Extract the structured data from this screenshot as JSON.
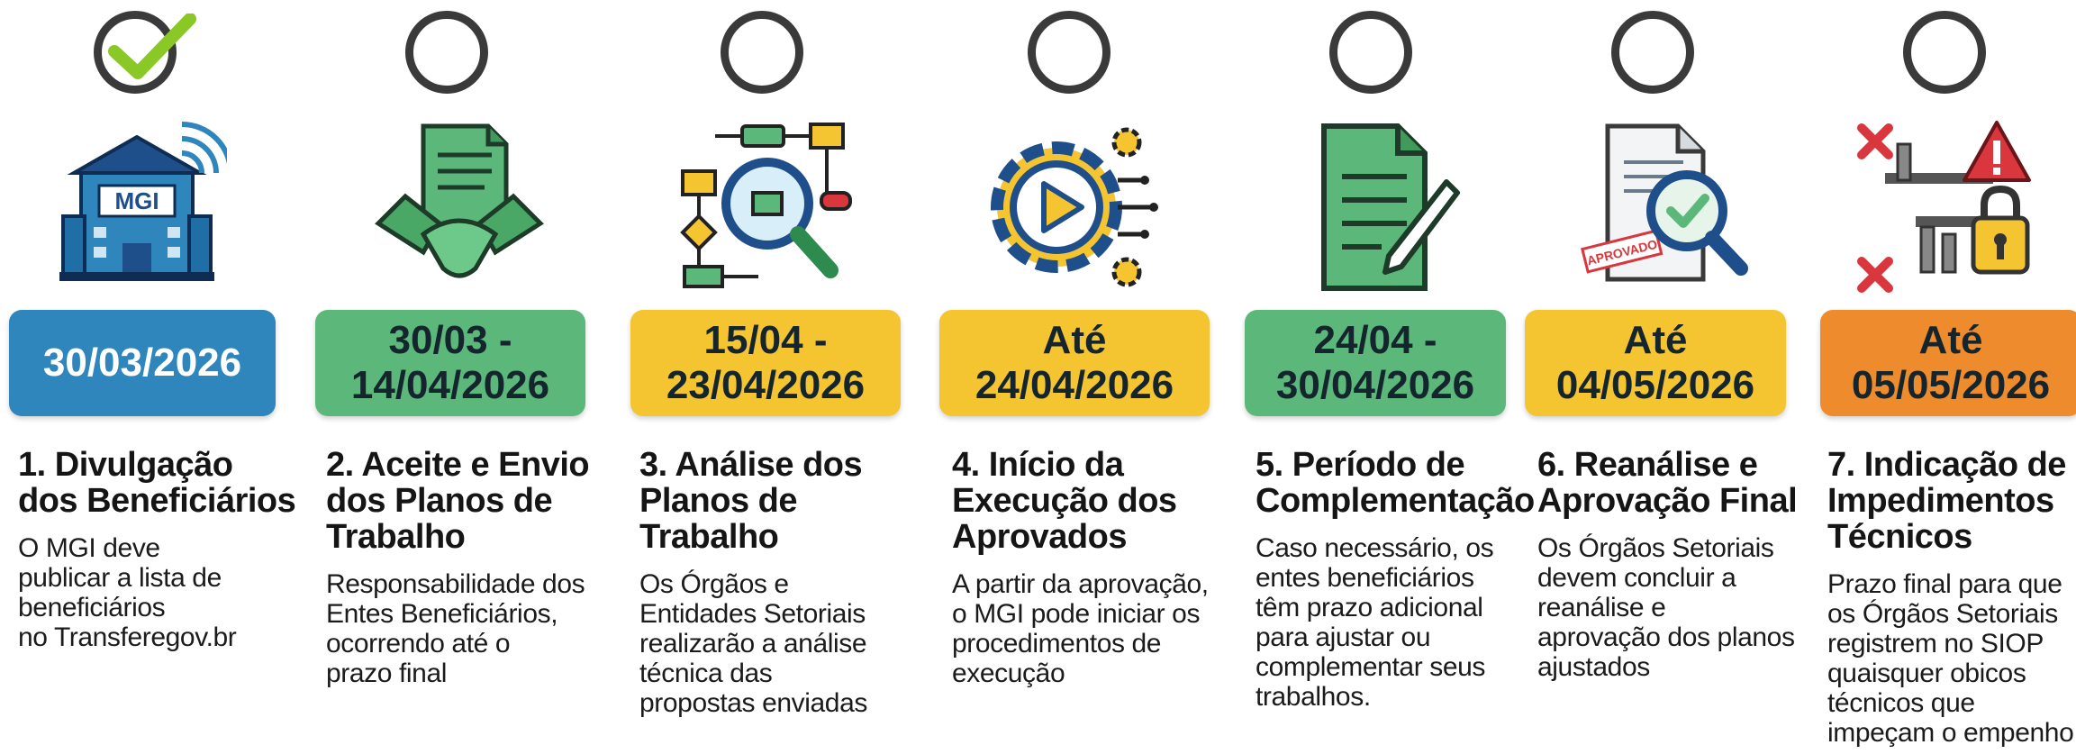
{
  "colors": {
    "blue": "#2f86bd",
    "green": "#5cb87a",
    "yellow": "#f4c531",
    "orange": "#ee8b2c",
    "done_check": "#8ac826",
    "circle_outline": "#3a3a3a"
  },
  "steps": [
    {
      "status": "done",
      "icon": "government-building-wifi-icon",
      "date": "30/03/2026",
      "date_color": "blue",
      "title": "1. Divulgação\ndos Beneficiários",
      "description": "O MGI deve\npublicar a lista de\nbeneficiários\nno Transferegov.br"
    },
    {
      "status": "pending",
      "icon": "handshake-document-icon",
      "date": "30/03 -\n14/04/2026",
      "date_color": "green",
      "title": "2. Aceite e Envio\ndos Planos de\nTrabalho",
      "description": "Responsabilidade dos\nEntes Beneficiários,\nocorrendo até o\nprazo final"
    },
    {
      "status": "pending",
      "icon": "flowchart-magnifier-icon",
      "date": "15/04 -\n23/04/2026",
      "date_color": "yellow",
      "title": "3. Análise dos\nPlanos de\nTrabalho",
      "description": "Os Órgãos e\nEntidades Setoriais\nrealizarão a análise\ntécnica das\npropostas enviadas"
    },
    {
      "status": "pending",
      "icon": "gear-play-icon",
      "date": "Até\n24/04/2026",
      "date_color": "yellow",
      "title": "4. Início da\nExecução dos\nAprovados",
      "description": "A partir da aprovação,\no MGI pode iniciar os\nprocedimentos de\nexecução"
    },
    {
      "status": "pending",
      "icon": "document-pencil-icon",
      "date": "24/04 -\n30/04/2026",
      "date_color": "green",
      "title": "5. Período de\nComplementação",
      "description": "Caso necessário, os\nentes beneficiários\ntêm prazo adicional\npara ajustar ou\ncomplementar seus\ntrabalhos."
    },
    {
      "status": "pending",
      "icon": "approved-document-magnifier-icon",
      "stamp_text": "APROVADO",
      "date": "Até\n04/05/2026",
      "date_color": "yellow",
      "title": "6. Reanálise e\nAprovação Final",
      "description": "Os Órgãos Setoriais\ndevem concluir a\nreanálise e\naprovação dos planos\najustados"
    },
    {
      "status": "pending",
      "icon": "blocked-construction-warning-lock-icon",
      "date": "Até\n05/05/2026",
      "date_color": "orange",
      "title": "7. Indicação de\nImpedimentos\nTécnicos",
      "description": "Prazo final para que\nos Órgãos Setoriais\nregistrem no SIOP\nquaisquer obicos\ntécnicos que\nimpeçam o empenho"
    }
  ]
}
